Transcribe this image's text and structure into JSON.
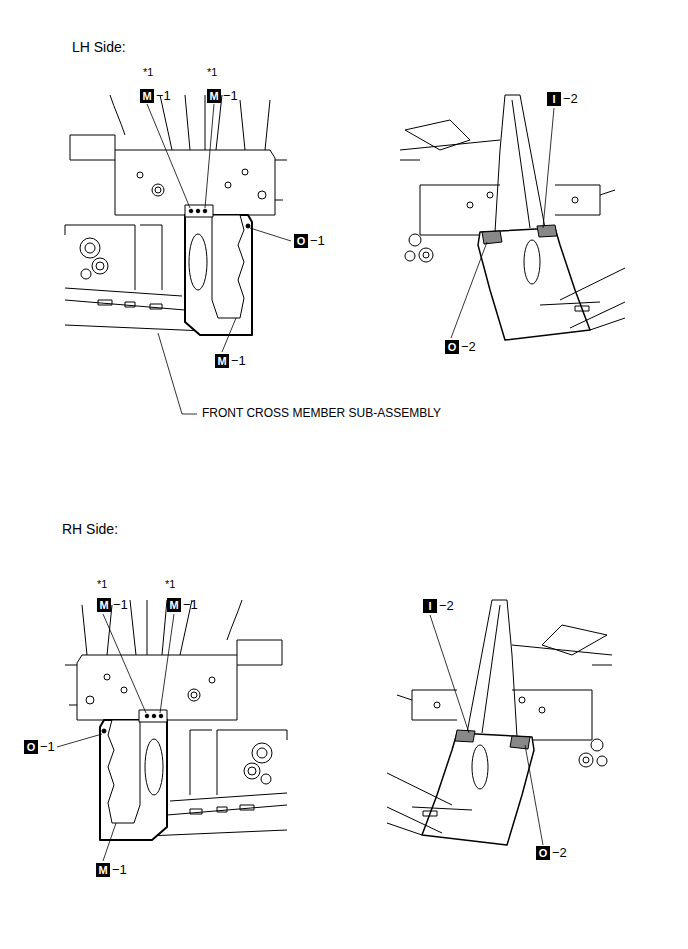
{
  "diagram": {
    "labels": [
      "LH Side:",
      "*1",
      "M",
      "−1",
      "*1",
      "M",
      "−1",
      "I",
      "−2",
      "O",
      "−1",
      "O",
      "−2",
      "M",
      "−1",
      "FRONT CROSS MEMBER SUB-ASSEMBLY",
      "RH Side:",
      "*1",
      "M",
      "−1",
      "*1",
      "M",
      "−1",
      "I",
      "−2",
      "O",
      "−1",
      "M",
      "−1",
      "O",
      "−2"
    ]
  }
}
